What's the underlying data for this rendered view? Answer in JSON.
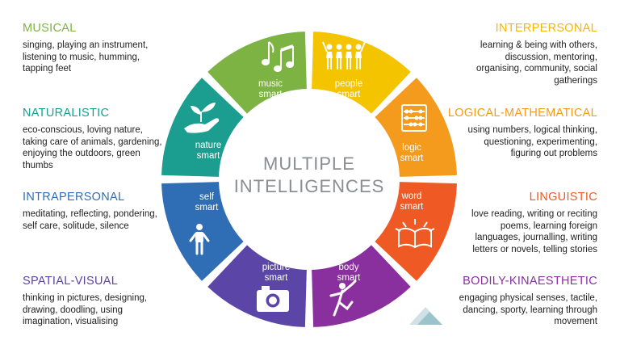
{
  "center": {
    "line1": "MULTIPLE",
    "line2": "INTELLIGENCES"
  },
  "intelligences": [
    {
      "key": "musical",
      "title": "MUSICAL",
      "color": "#7cb342",
      "segment_label": [
        "music",
        "smart"
      ],
      "icon": "music-notes-icon",
      "description": [
        "singing, playing an instrument,",
        "listening to music, humming,",
        "tapping feet"
      ]
    },
    {
      "key": "naturalistic",
      "title": "NATURALISTIC",
      "color": "#1b9e8f",
      "segment_label": [
        "nature",
        "smart"
      ],
      "icon": "plant-in-hand-icon",
      "description": [
        "eco-conscious, loving nature,",
        "taking care of animals, gardening,",
        "enjoying the outdoors, green",
        "thumbs"
      ]
    },
    {
      "key": "intrapersonal",
      "title": "INTRAPERSONAL",
      "color": "#2f6db5",
      "segment_label": [
        "self",
        "smart"
      ],
      "icon": "person-icon",
      "description": [
        "meditating, reflecting, pondering,",
        "self care, solitude, silence"
      ]
    },
    {
      "key": "spatial",
      "title": "SPATIAL-VISUAL",
      "color": "#5b46a7",
      "segment_label": [
        "picture",
        "smart"
      ],
      "icon": "camera-icon",
      "description": [
        "thinking in pictures, designing,",
        "drawing, doodling, using",
        "imagination, visualising"
      ]
    },
    {
      "key": "interpersonal",
      "title": "INTERPERSONAL",
      "color": "#f5c400",
      "segment_label": [
        "people",
        "smart"
      ],
      "icon": "people-group-icon",
      "description": [
        "learning & being with others,",
        "discussion, mentoring,",
        "organising, community, social",
        "gatherings"
      ]
    },
    {
      "key": "logical",
      "title": "LOGICAL-MATHEMATICAL",
      "color": "#f49a1d",
      "segment_label": [
        "logic",
        "smart"
      ],
      "icon": "abacus-icon",
      "description": [
        "using numbers, logical thinking,",
        "questioning, experimenting,",
        "figuring out problems"
      ]
    },
    {
      "key": "linguistic",
      "title": "LINGUISTIC",
      "color": "#ef5a24",
      "segment_label": [
        "word",
        "smart"
      ],
      "icon": "open-book-icon",
      "description": [
        "love reading, writing or reciting",
        "poems, learning foreign",
        "languages, journalling, writing",
        "letters or novels, telling stories"
      ]
    },
    {
      "key": "bodily",
      "title": "BODILY-KINAESTHETIC",
      "color": "#8a2f9e",
      "segment_label": [
        "body",
        "smart"
      ],
      "icon": "dancer-icon",
      "description": [
        "engaging physical senses, tactile,",
        "dancing, sporty, learning through",
        "movement"
      ]
    }
  ]
}
